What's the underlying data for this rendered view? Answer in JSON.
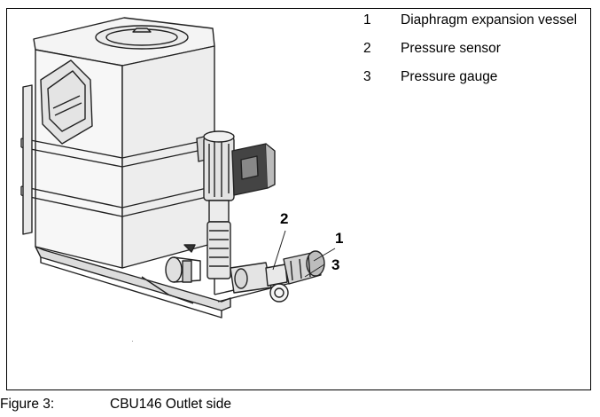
{
  "legend": {
    "items": [
      {
        "number": "1",
        "text": "Diaphragm expansion vessel"
      },
      {
        "number": "2",
        "text": "Pressure sensor"
      },
      {
        "number": "3",
        "text": "Pressure gauge"
      }
    ]
  },
  "figure": {
    "callouts": [
      "1",
      "2",
      "3"
    ]
  },
  "caption": {
    "label": "Figure 3:",
    "title": "CBU146 Outlet side"
  }
}
